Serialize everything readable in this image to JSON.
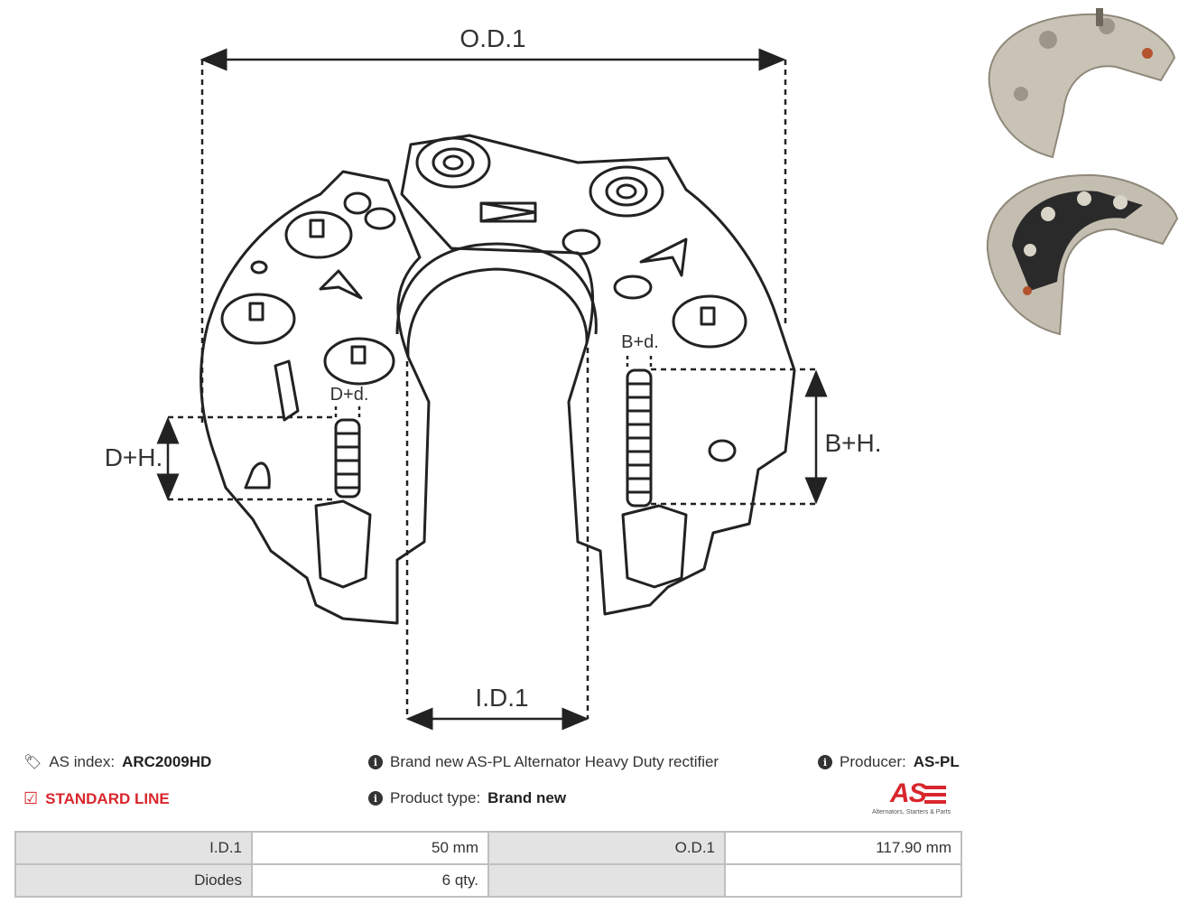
{
  "drawing": {
    "label_od": "O.D.1",
    "label_id": "I.D.1",
    "label_bd": "B+d.",
    "label_dd": "D+d.",
    "label_dh": "D+H.",
    "label_bh": "B+H."
  },
  "info": {
    "as_index_label": "AS index:",
    "as_index_value": "ARC2009HD",
    "standard_line": "STANDARD LINE",
    "description": "Brand new AS-PL Alternator Heavy Duty rectifier",
    "product_type_label": "Product type:",
    "product_type_value": "Brand new",
    "producer_label": "Producer:",
    "producer_value": "AS-PL"
  },
  "logo": {
    "text": "AS",
    "tagline": "Alternators, Starters & Parts",
    "color": "#d8262c"
  },
  "specs": {
    "rows": [
      {
        "label1": "I.D.1",
        "value1": "50 mm",
        "label2": "O.D.1",
        "value2": "117.90 mm"
      },
      {
        "label1": "Diodes",
        "value1": "6 qty.",
        "label2": "",
        "value2": ""
      }
    ]
  }
}
